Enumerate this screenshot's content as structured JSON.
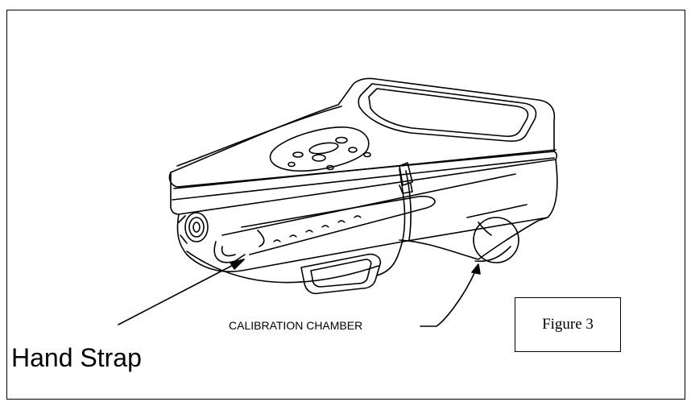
{
  "labels": {
    "hand_strap": "Hand Strap",
    "calibration_chamber": "CALIBRATION CHAMBER",
    "figure": "Figure 3"
  },
  "colors": {
    "line": "#000000",
    "background": "#ffffff"
  }
}
